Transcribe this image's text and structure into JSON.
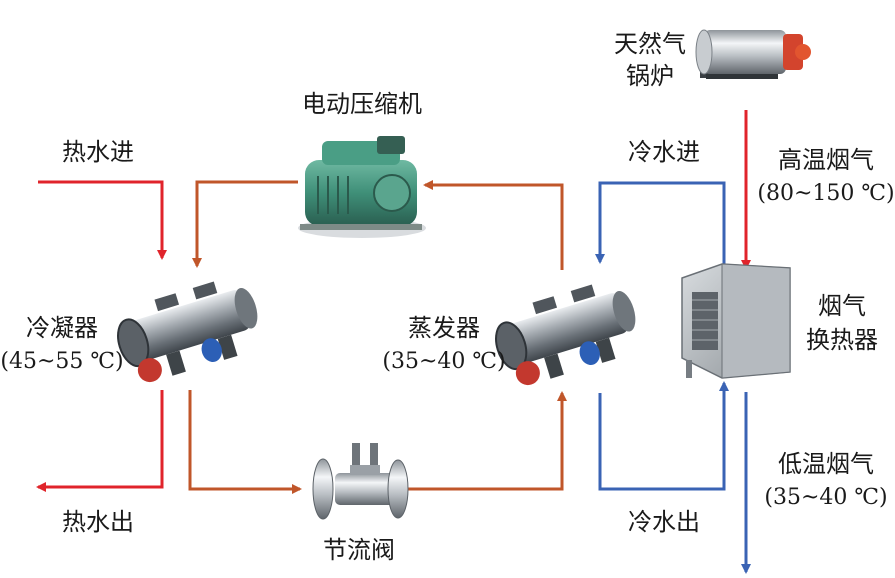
{
  "labels": {
    "compressor": "电动压缩机",
    "hot_water_in": "热水进",
    "hot_water_out": "热水出",
    "condenser_name": "冷凝器",
    "condenser_temp": "(45~55 ℃)",
    "evaporator_name": "蒸发器",
    "evaporator_temp": "(35~40 ℃)",
    "throttle_valve": "节流阀",
    "cold_water_in": "冷水进",
    "cold_water_out": "冷水出",
    "boiler_line1": "天然气",
    "boiler_line2": "锅炉",
    "high_temp_flue": "高温烟气",
    "high_temp_range": "(80~150 ℃)",
    "hx_line1": "烟气",
    "hx_line2": "换热器",
    "low_temp_flue": "低温烟气",
    "low_temp_range": "(35~40 ℃)"
  },
  "colors": {
    "hot_water": "#e0242b",
    "refrigerant": "#c0562a",
    "cold_water": "#3a63b4",
    "flue_hot": "#e0242b",
    "flue_cold": "#3a63b4"
  }
}
